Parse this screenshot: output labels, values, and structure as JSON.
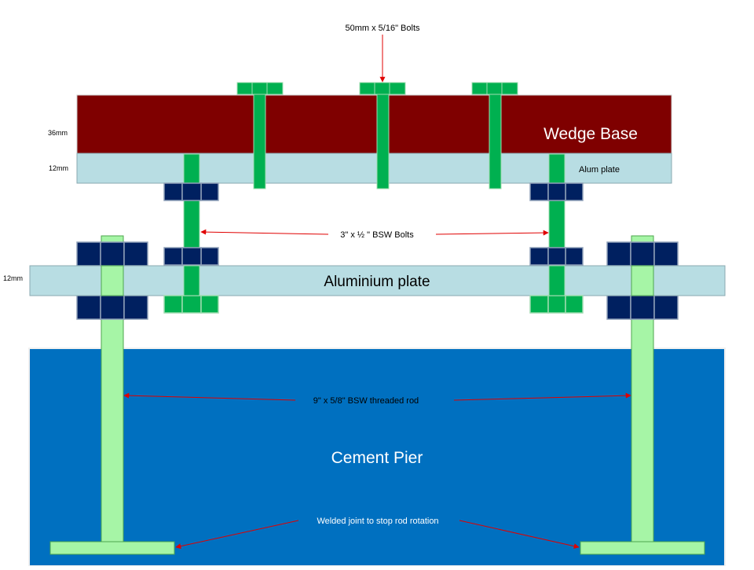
{
  "labels": {
    "top_bolts": "50mm x 5/16\" Bolts",
    "wedge_base": "Wedge Base",
    "alum_plate_small": "Alum plate",
    "dim_36": "36mm",
    "dim_12_upper": "12mm",
    "dim_12_lower": "12mm",
    "bsw_bolts": "3\" x ½ \" BSW Bolts",
    "aluminium_plate": "Aluminium plate",
    "threaded_rod": "9\" x 5/8\" BSW threaded rod",
    "cement_pier": "Cement Pier",
    "welded_joint": "Welded joint to stop rod rotation"
  },
  "colors": {
    "wedge": "#7f0000",
    "plate": "#b8dde3",
    "bolt": "#00b050",
    "nut": "#002060",
    "pier": "#0070c0",
    "rod": "#a6f5a6",
    "arrow": "#e00000"
  }
}
